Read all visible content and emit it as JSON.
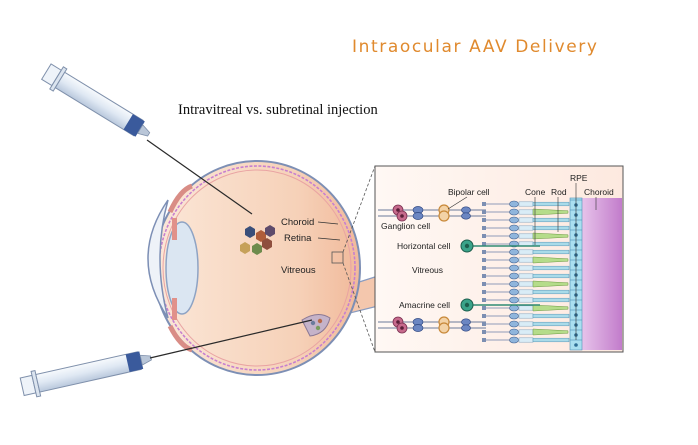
{
  "title": "Intraocular AAV Delivery",
  "subtitle": "Intravitreal vs. subretinal injection",
  "eye_labels": {
    "choroid": "Choroid",
    "retina": "Retina",
    "vitreous": "Vitreous"
  },
  "inset_labels": {
    "bipolar_cell": "Bipolar cell",
    "cone": "Cone",
    "rod": "Rod",
    "rpe": "RPE",
    "choroid": "Choroid",
    "ganglion_cell": "Ganglion cell",
    "horizontal_cell": "Horizontal cell",
    "vitreous": "Vitreous",
    "amacrine_cell": "Amacrine cell"
  },
  "colors": {
    "title": "#e08a2e",
    "eye_fill": "#f7d9c4",
    "sclera": "#6a7fa8",
    "syringe_plunger": "#3a5a9c",
    "choroid_band": "#c98fd0",
    "rpe": "#a9dff0",
    "cones": "#b5dc8a"
  },
  "icons": [
    "syringe-top",
    "syringe-bottom",
    "aav-particles",
    "eye-cross-section",
    "retina-inset"
  ]
}
